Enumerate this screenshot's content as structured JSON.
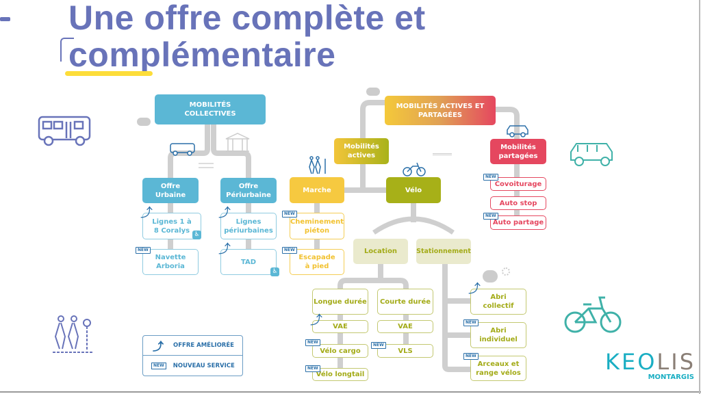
{
  "title": {
    "line1": "Une offre complète et",
    "line2": "complémentaire"
  },
  "collectives": {
    "header": "MOBILITÉS COLLECTIVES",
    "urbaine": {
      "label": "Offre Urbaine",
      "items": [
        "Lignes 1 à 8 Coralys",
        "Navette Arboria"
      ]
    },
    "periurbaine": {
      "label": "Offre Périurbaine",
      "items": [
        "Lignes périurbaines",
        "TAD"
      ]
    }
  },
  "actives": {
    "header": "MOBILITÉS ACTIVES ET PARTAGÉES",
    "mobilites_actives": "Mobilités actives",
    "mobilites_partagees": "Mobilités partagées",
    "partagees_items": [
      "Covoiturage",
      "Auto stop",
      "Auto partage"
    ],
    "marche": {
      "label": "Marche",
      "items": [
        "Cheminement piéton",
        "Escapade à pied"
      ]
    },
    "velo": {
      "label": "Vélo",
      "location": "Location",
      "stationnement": "Stationnement",
      "longue": {
        "label": "Longue durée",
        "items": [
          "VAE",
          "Vélo cargo",
          "Vélo longtail"
        ]
      },
      "courte": {
        "label": "Courte durée",
        "items": [
          "VAE",
          "VLS"
        ]
      },
      "stationnement_items": [
        "Abri collectif",
        "Abri individuel",
        "Arceaux et range vélos"
      ]
    }
  },
  "badge": "NEW",
  "legend": {
    "improved": "OFFRE AMÉLIORÉE",
    "new": "NOUVEAU SERVICE"
  },
  "logo": {
    "brand": "KEOLIS",
    "city": "MONTARGIS"
  },
  "colors": {
    "title": "#6873b9",
    "collectives": "#5bb7d5",
    "partagees": "#e5475f",
    "marche": "#f6c940",
    "velo": "#a7b018"
  }
}
